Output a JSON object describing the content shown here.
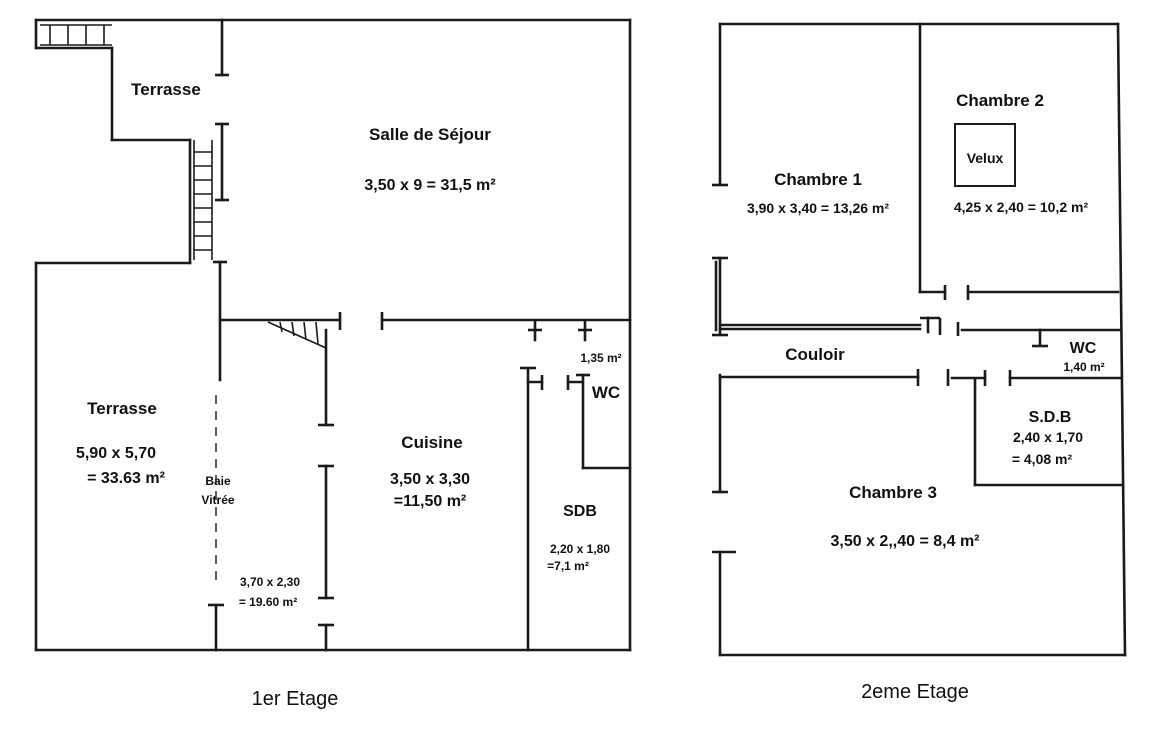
{
  "floors": {
    "first": {
      "title": "1er Etage",
      "terrasse_top": "Terrasse",
      "sejour_name": "Salle de Séjour",
      "sejour_dims": "3,50 x 9 = 31,5 m²",
      "terrasse_name": "Terrasse",
      "terrasse_dims_1": "5,90 x 5,70",
      "terrasse_dims_2": "= 33.63 m²",
      "baie_1": "Baie",
      "baie_2": "Vitrée",
      "hall_dims_1": "3,70 x 2,30",
      "hall_dims_2": "= 19.60 m²",
      "cuisine_name": "Cuisine",
      "cuisine_dims_1": "3,50 x 3,30",
      "cuisine_dims_2": "=11,50 m²",
      "wc_name": "WC",
      "wc_area": "1,35 m²",
      "sdb_name": "SDB",
      "sdb_dims_1": "2,20 x 1,80",
      "sdb_dims_2": "=7,1 m²"
    },
    "second": {
      "title": "2eme Etage",
      "chambre1_name": "Chambre 1",
      "chambre1_dims": "3,90 x 3,40 = 13,26 m²",
      "chambre2_name": "Chambre 2",
      "velux": "Velux",
      "chambre2_dims": "4,25 x 2,40 = 10,2 m²",
      "couloir": "Couloir",
      "wc_name": "WC",
      "wc_area": "1,40 m²",
      "sdb_name": "S.D.B",
      "sdb_dims_1": "2,40 x 1,70",
      "sdb_dims_2": "= 4,08 m²",
      "chambre3_name": "Chambre 3",
      "chambre3_dims": "3,50 x 2,,40 = 8,4 m²"
    }
  }
}
